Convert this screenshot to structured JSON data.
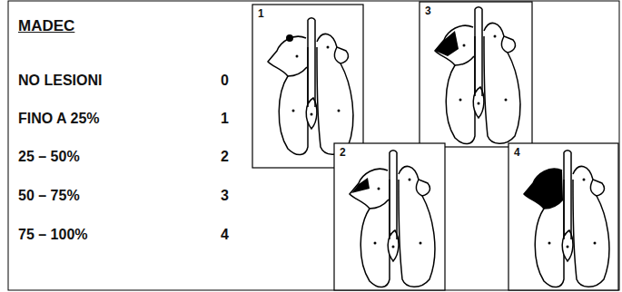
{
  "diagram": {
    "title": "MADEC",
    "nodes": [
      {
        "text": [
          "1"
        ]
      },
      {
        "text": [
          "3"
        ]
      },
      {
        "text": [
          "2"
        ]
      },
      {
        "text": [
          "4"
        ]
      }
    ],
    "labels": [
      "NO LESIONI",
      "0",
      "FINO A 25%",
      "1",
      "25 – 50%",
      "2",
      "50 – 75%",
      "3",
      "75 – 100%",
      "4"
    ]
  }
}
